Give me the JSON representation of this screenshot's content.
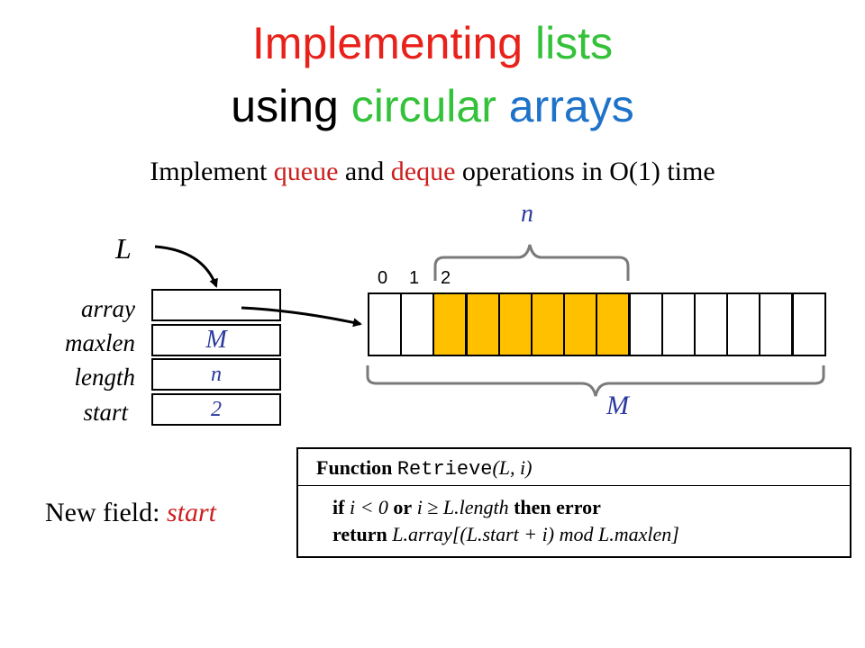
{
  "title": {
    "line1": {
      "part1": "Implementing",
      "part2": "lists"
    },
    "line2": {
      "part1": "using",
      "part2": "circular",
      "part3": "arrays"
    }
  },
  "subtitle": {
    "part1": "Implement",
    "queue": "queue",
    "part2": "and",
    "deque": "deque",
    "part3": "operations",
    "part4": "in O(1) time"
  },
  "list_record": {
    "pointer_label": "L",
    "field_labels": [
      "array",
      "maxlen",
      "length",
      "start"
    ],
    "maxlen_value": "M",
    "length_value": "n",
    "start_value": "2"
  },
  "array_diagram": {
    "cell_count": 14,
    "highlight_start": 2,
    "highlight_count": 6,
    "indices": [
      "0",
      "1",
      "2"
    ],
    "top_brace_label": "n",
    "bottom_brace_label": "M",
    "highlight_color": "#ffc000"
  },
  "new_field": {
    "label": "New field:",
    "value": "start"
  },
  "algorithm": {
    "keyword_function": "Function",
    "name": "Retrieve",
    "args": "(L, i)",
    "line1": {
      "kw_if": "if",
      "cond1": "i < 0",
      "kw_or": "or",
      "cond2": "i ≥ L.length",
      "kw_then": "then error"
    },
    "line2": {
      "kw_return": "return",
      "expr": "L.array[(L.start + i) mod L.maxlen]"
    }
  },
  "colors": {
    "title_red": "#e8211a",
    "title_green": "#33c23a",
    "title_blue": "#1e73c9",
    "highlight": "#ffc000",
    "field_blue": "#2b3a9e"
  }
}
